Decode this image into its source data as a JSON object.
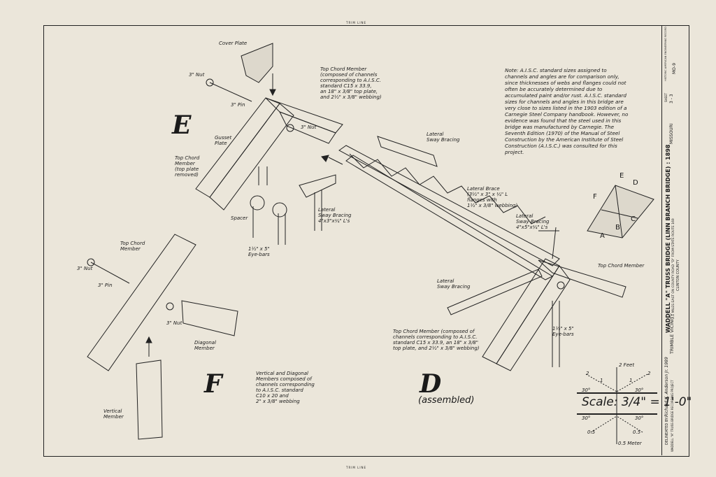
{
  "trim_top": "TRIM LINE",
  "trim_bottom": "TRIM LINE",
  "section_labels": {
    "e": "E",
    "f": "F",
    "d": "D",
    "d_sub": "(assembled)"
  },
  "labels": {
    "cover_plate": "Cover Plate",
    "nut_e1": "3\" Nut",
    "pin_e": "3\" Pin",
    "gusset": "Gusset\nPlate",
    "nut_e2": "3\" Nut",
    "top_chord_removed": "Top Chord\nMember\n(top plate\nremoved)",
    "top_chord_e": "Top Chord Member\n(composed of channels\ncorresponding to A.I.S.C.\nstandard C15 x 33.9,\nan 18\" x 3/8\" top plate,\nand 2½\" x 3/8\" webbing)",
    "spacer": "Spacer",
    "eyebars_e": "1½\" x 5\"\nEye-bars",
    "sway_e": "Lateral\nSway Bracing\n4\"x3\"x¼\" L's",
    "sway_d1": "Lateral\nSway Bracing",
    "lateral_brace": "Lateral Brace\n(3½\" x 3\" x ¼\" L\nflanges with\n1½\" x 3/8\" webbing)",
    "sway_d2": "Lateral\nSway Bracing\n4\"x5\"x¼\" L's",
    "sway_d3": "Lateral\nSway Bracing",
    "top_chord_d_right": "Top Chord Member",
    "eyebars_d": "1½\" x 5\"\nEye-bars",
    "top_chord_d": "Top Chord Member (composed of\nchannels corresponding to A.I.S.C.\nstandard C15 x 33.9, an 18\" x 3/8\"\ntop plate, and 2½\" x 3/8\" webbing)",
    "top_chord_f": "Top Chord\nMember",
    "nut_f1": "3\" Nut",
    "pin_f": "3\" Pin",
    "nut_f2": "3\" Nut",
    "diagonal": "Diagonal\nMember",
    "vert_diag": "Vertical and Diagonal\nMembers composed of\nchannels corresponding\nto A.I.S.C. standard\nC10 x 20 and\n2\" x 3/8\" webbing",
    "vertical": "Vertical\nMember"
  },
  "note": "Note: A.I.S.C. standard sizes assigned to channels and angles are for comparison only, since thicknesses of webs and flanges could not often be accurately determined due to accumulated paint and/or rust. A.I.S.C. standard sizes for channels and angles in this bridge are very close to sizes listed in the 1903 edition of a Carnegie Steel Company handbook. However, no evidence was found that the steel used in this bridge was manufactured by Carnegie. The Seventh Edition (1970) of the Manual of Steel Construction by the American Institute of Steel Construction (A.I.S.C.) was consulted for this project.",
  "key_letters": [
    "E",
    "D",
    "F",
    "C",
    "B",
    "A"
  ],
  "scale": {
    "text": "Scale: 3/4\" = 1'-0\"",
    "feet_label": "2 Feet",
    "meter_label": "0.5 Meter",
    "ticks": [
      "2",
      "1",
      "1",
      "2",
      "0.5",
      "0.5"
    ],
    "angles": [
      "30°",
      "30°",
      "30°",
      "30°"
    ]
  },
  "title_block": {
    "title": "WADDELL \"A\" TRUSS BRIDGE (LINN BRANCH BRIDGE) : 1898",
    "location": "2.1 MILES EAST ON COUNTY ROAD \"D\" FROM STATE ROUTE 169",
    "county": "CLINTON COUNTY",
    "vicinity": "TRIMBLE VICINITY",
    "state": "MISSOURI",
    "sheet_label": "SHEET",
    "sheet": "3 - 3",
    "survey": "HISTORIC AMERICAN ENGINEERING RECORD",
    "survey_no": "MO-9",
    "delineator_label": "DELINEATED BY:",
    "delineator": "Richard K. Anderson Jr. 1989",
    "project": "WADDELL \"A\" TRUSS BRIDGE RECORDING PROJECT"
  },
  "colors": {
    "paper": "#ebe6da",
    "ink": "#1a1a1a"
  }
}
